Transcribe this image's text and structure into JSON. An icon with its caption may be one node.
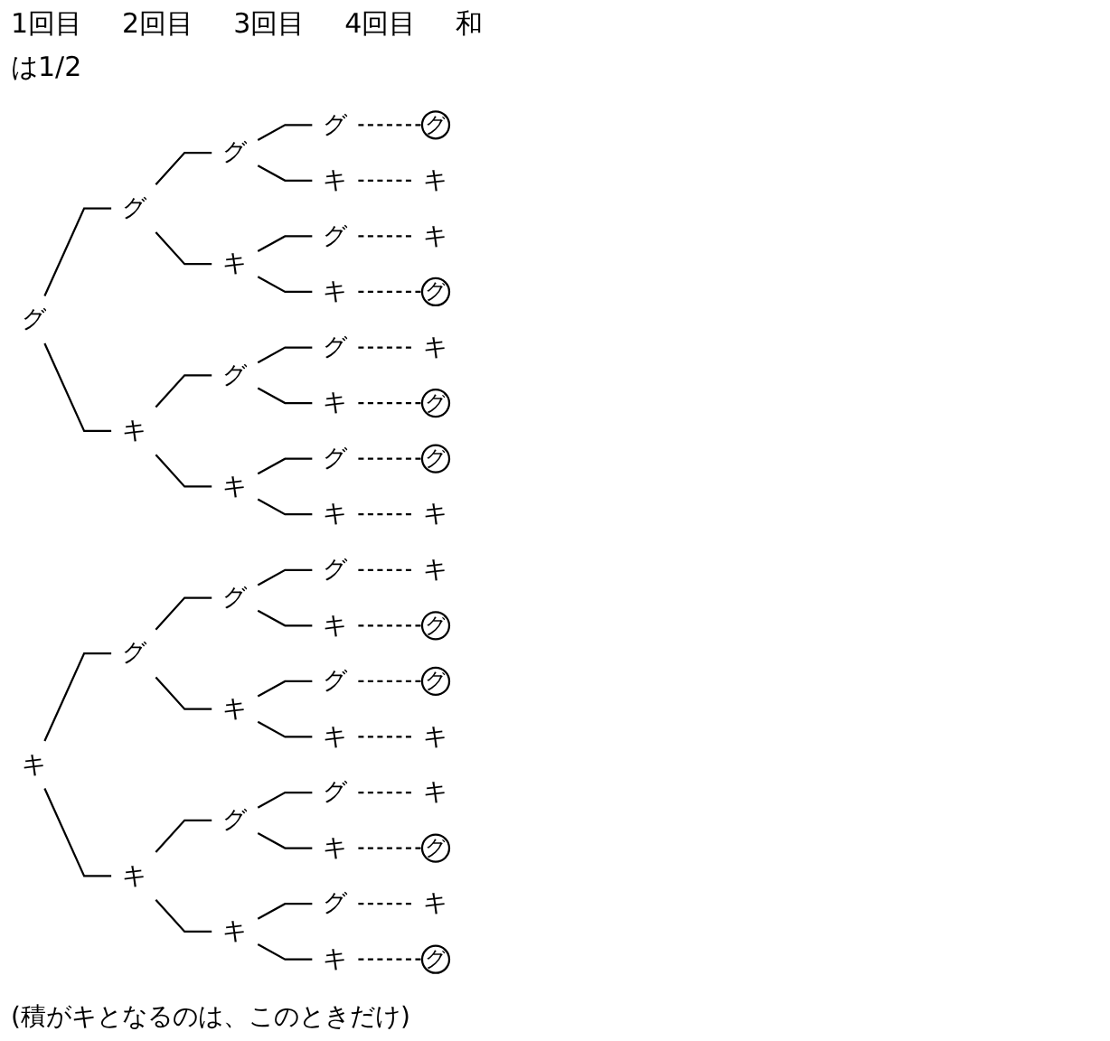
{
  "diagram": {
    "nodes": [
      {
        "text": [
          "グ"
        ]
      },
      {
        "text": [
          "グ"
        ]
      },
      {
        "text": [
          "グ"
        ]
      },
      {
        "text": [
          "グ"
        ]
      },
      {
        "text": [
          "グ"
        ]
      },
      {
        "text": [
          "キ"
        ]
      },
      {
        "text": [
          "キ"
        ]
      },
      {
        "text": [
          "キ"
        ]
      },
      {
        "text": [
          "グ"
        ]
      },
      {
        "text": [
          "キ"
        ]
      },
      {
        "text": [
          "キ"
        ]
      },
      {
        "text": [
          "グ"
        ]
      },
      {
        "text": [
          "キ"
        ]
      },
      {
        "text": [
          "グ"
        ]
      },
      {
        "text": [
          "グ"
        ]
      },
      {
        "text": [
          "キ"
        ]
      },
      {
        "text": [
          "キ"
        ]
      },
      {
        "text": [
          "グ"
        ]
      },
      {
        "text": [
          "キ"
        ]
      },
      {
        "text": [
          "グ"
        ]
      },
      {
        "text": [
          "グ"
        ]
      },
      {
        "text": [
          "キ"
        ]
      },
      {
        "text": [
          "キ"
        ]
      },
      {
        "text": [
          "キ"
        ]
      },
      {
        "text": [
          "グ"
        ]
      },
      {
        "text": [
          "グ"
        ]
      },
      {
        "text": [
          "グ"
        ]
      },
      {
        "text": [
          "キ"
        ]
      },
      {
        "text": [
          "キ"
        ]
      },
      {
        "text": [
          "グ"
        ]
      },
      {
        "text": [
          "キ"
        ]
      },
      {
        "text": [
          "グ"
        ]
      },
      {
        "text": [
          "グ"
        ]
      },
      {
        "text": [
          "キ"
        ]
      },
      {
        "text": [
          "キ"
        ]
      },
      {
        "text": [
          "キ"
        ]
      },
      {
        "text": [
          "グ"
        ]
      },
      {
        "text": [
          "グ"
        ]
      },
      {
        "text": [
          "キ"
        ]
      },
      {
        "text": [
          "キ"
        ]
      },
      {
        "text": [
          "グ"
        ]
      },
      {
        "text": [
          "キ"
        ]
      },
      {
        "text": [
          "グ"
        ]
      },
      {
        "text": [
          "キ"
        ]
      },
      {
        "text": [
          "キ"
        ]
      },
      {
        "text": [
          "グ"
        ],
        "beside": [
          "(積がキとなるのは、このときだけ)"
        ]
      }
    ],
    "edges": [
      {
        "from": 0,
        "to": 1,
        "arrow": "none"
      },
      {
        "from": 1,
        "to": 2,
        "arrow": "none"
      },
      {
        "from": 2,
        "to": 3,
        "arrow": "none"
      },
      {
        "from": 3,
        "to": 4,
        "arrow": "none",
        "style": "dashed"
      },
      {
        "from": 2,
        "to": 5,
        "arrow": "none"
      },
      {
        "from": 5,
        "to": 6,
        "arrow": "none",
        "style": "dashed"
      },
      {
        "from": 1,
        "to": 7,
        "arrow": "none"
      },
      {
        "from": 7,
        "to": 8,
        "arrow": "none"
      },
      {
        "from": 8,
        "to": 9,
        "arrow": "none",
        "style": "dashed"
      },
      {
        "from": 7,
        "to": 10,
        "arrow": "none"
      },
      {
        "from": 10,
        "to": 11,
        "arrow": "none",
        "style": "dashed"
      },
      {
        "from": 0,
        "to": 12,
        "arrow": "none"
      },
      {
        "from": 12,
        "to": 13,
        "arrow": "none"
      },
      {
        "from": 13,
        "to": 14,
        "arrow": "none"
      },
      {
        "from": 14,
        "to": 15,
        "arrow": "none",
        "style": "dashed"
      },
      {
        "from": 13,
        "to": 16,
        "arrow": "none"
      },
      {
        "from": 16,
        "to": 17,
        "arrow": "none",
        "style": "dashed"
      },
      {
        "from": 12,
        "to": 18,
        "arrow": "none"
      },
      {
        "from": 18,
        "to": 19,
        "arrow": "none"
      },
      {
        "from": 19,
        "to": 20,
        "arrow": "none",
        "style": "dashed"
      },
      {
        "from": 18,
        "to": 21,
        "arrow": "none"
      },
      {
        "from": 21,
        "to": 22,
        "arrow": "none",
        "style": "dashed"
      },
      {
        "from": 23,
        "to": 24,
        "arrow": "none"
      },
      {
        "from": 24,
        "to": 25,
        "arrow": "none"
      },
      {
        "from": 25,
        "to": 26,
        "arrow": "none"
      },
      {
        "from": 26,
        "to": 27,
        "arrow": "none",
        "style": "dashed"
      },
      {
        "from": 25,
        "to": 28,
        "arrow": "none"
      },
      {
        "from": 28,
        "to": 29,
        "arrow": "none",
        "style": "dashed"
      },
      {
        "from": 24,
        "to": 30,
        "arrow": "none"
      },
      {
        "from": 30,
        "to": 31,
        "arrow": "none"
      },
      {
        "from": 31,
        "to": 32,
        "arrow": "none",
        "style": "dashed"
      },
      {
        "from": 30,
        "to": 33,
        "arrow": "none"
      },
      {
        "from": 33,
        "to": 34,
        "arrow": "none",
        "style": "dashed"
      },
      {
        "from": 23,
        "to": 35,
        "arrow": "none"
      },
      {
        "from": 35,
        "to": 36,
        "arrow": "none"
      },
      {
        "from": 36,
        "to": 37,
        "arrow": "none"
      },
      {
        "from": 37,
        "to": 38,
        "arrow": "none",
        "style": "dashed"
      },
      {
        "from": 36,
        "to": 39,
        "arrow": "none"
      },
      {
        "from": 39,
        "to": 40,
        "arrow": "none",
        "style": "dashed"
      },
      {
        "from": 35,
        "to": 41,
        "arrow": "none"
      },
      {
        "from": 41,
        "to": 42,
        "arrow": "none"
      },
      {
        "from": 42,
        "to": 43,
        "arrow": "none",
        "style": "dashed"
      },
      {
        "from": 41,
        "to": 44,
        "arrow": "none"
      },
      {
        "from": 44,
        "to": 45,
        "arrow": "none",
        "style": "dashed"
      }
    ],
    "labels": [
      "1回目",
      "2回目",
      "3回目",
      "4回目",
      "和",
      "は1/2"
    ]
  }
}
